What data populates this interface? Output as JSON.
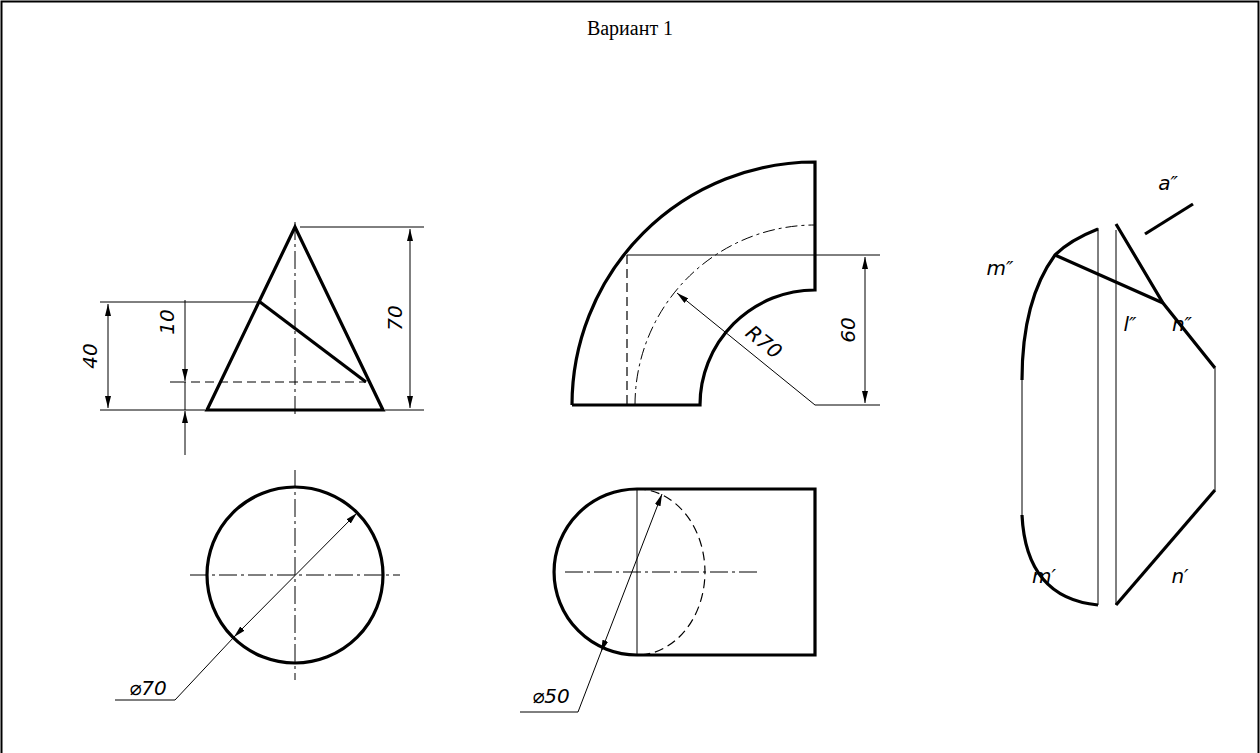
{
  "diagram": {
    "title": "Вариант 1",
    "labels": [
      "40",
      "10",
      "70",
      "⌀70",
      "R70",
      "60",
      "⌀50",
      "a″",
      "m″",
      "l″",
      "n″",
      "m′",
      "n′"
    ]
  }
}
